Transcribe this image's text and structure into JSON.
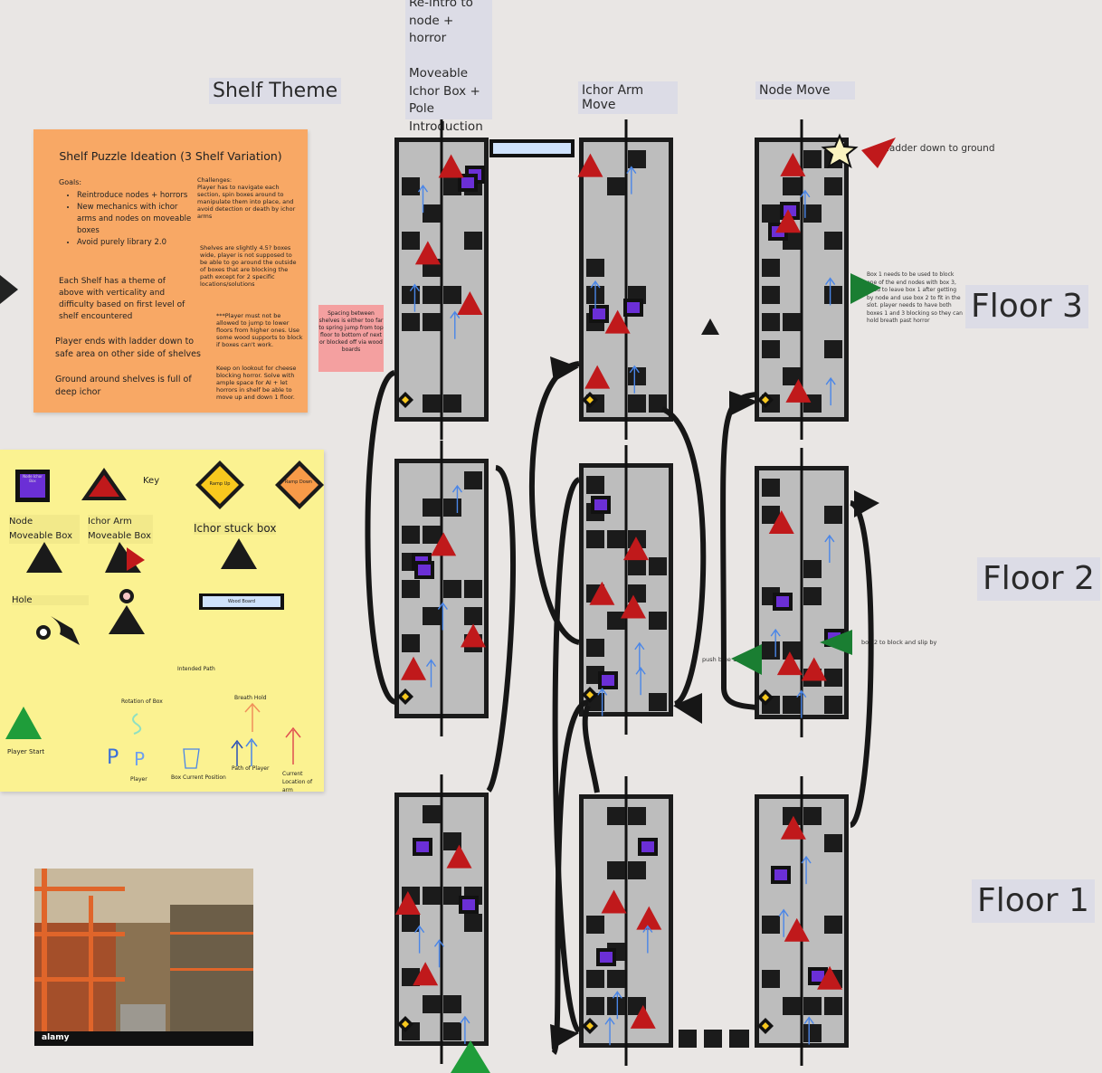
{
  "columns": {
    "shelf_theme": "Shelf Theme",
    "col1": "Re-intro to\nnode + horror\n\nMoveable\nIchor Box +\nPole\nIntroduction",
    "col2": "Ichor Arm Move",
    "col3": "Node Move"
  },
  "floors": {
    "f3": "Floor 3",
    "f2": "Floor 2",
    "f1": "Floor 1"
  },
  "ideation": {
    "title": "Shelf Puzzle Ideation (3 Shelf Variation)",
    "goals_heading": "Goals:",
    "goals": [
      "Reintroduce nodes + horrors",
      "New mechanics with ichor arms and nodes on moveable boxes",
      "Avoid purely library 2.0"
    ],
    "theme_text": "Each Shelf has a theme of above with verticality and difficulty based on first level of shelf encountered",
    "ladder_text": "Player ends with ladder down to safe area on other side of shelves",
    "ground_text": "Ground around shelves is full of deep ichor",
    "challenges_heading": "Challenges:",
    "challenges_text": "Player has to navigate each section, spin boxes around to manipulate them into place, and avoid detection or death by ichor arms",
    "shelves_text": "Shelves are slightly 4.5? boxes wide, player is not supposed to be able to go around the outside of boxes that are blocking the path except for 2 specific locations/solutions",
    "jump_text": "***Player must not be allowed to jump to lower floors from higher ones. Use some wood supports to block if boxes can't work.",
    "lookout_text": "Keep on lookout for cheese blocking horror. Solve with ample space for AI + let horrors in shelf be able to move up and down 1 floor."
  },
  "spacing_note": "Spacing between shelves is either too far to spring jump from top floor to bottom of next or blocked off via wood boards",
  "key": {
    "title": "Key",
    "box_label": "Node Ichor Box",
    "node_moveable": "Node\nMoveable Box",
    "ichor_arm_moveable": "Ichor Arm\nMoveable Box",
    "ramp_up": "Ramp Up",
    "ramp_down": "Ramp Down",
    "ichor_stuck": "Ichor stuck box",
    "hole": "Hole",
    "wood_board": "Wood Board",
    "intended_path": "Intended Path",
    "rotation": "Rotation of Box",
    "breath_hold": "Breath Hold",
    "player_start": "Player Start",
    "player": "Player",
    "box_current": "Box Current Position",
    "path_of_player": "Path of Player",
    "current_location": "Current Location of arm",
    "p": "P"
  },
  "notes": {
    "ladder": "ladder down to ground",
    "box1": "Box 1 needs to be used to block one of the end nodes with box 3, need to leave box 1 after getting by node and use box 2 to fit in the slot. player needs to have both boxes 1 and 3 blocking so they can hold breath past horror",
    "box2": "box 2 to block and slip by",
    "push": "push blue 1"
  },
  "photo": {
    "brand": "alamy"
  },
  "colors": {
    "ichor_red": "#c0191b",
    "node_purple": "#6b2fd6",
    "shelf_black": "#1b1b1b",
    "shelf_gray": "#bdbdbd",
    "path_blue": "#4a86e8",
    "start_green": "#1f9d3a"
  }
}
